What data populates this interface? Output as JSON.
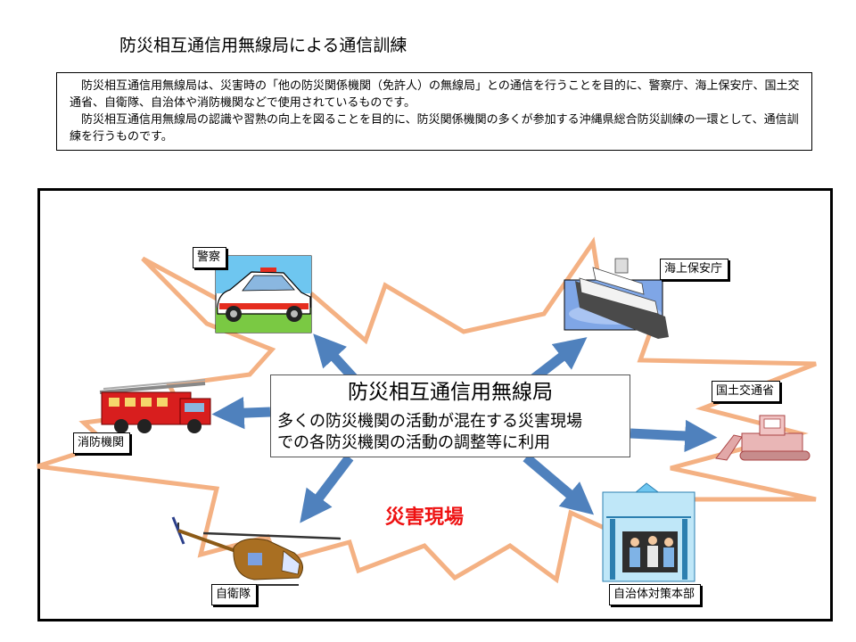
{
  "title": "防災相互通信用無線局による通信訓練",
  "intro": {
    "paragraph_1": "防災相互通信用無線局は、災害時の「他の防災関係機関（免許人）の無線局」との通信を行うことを目的に、警察庁、海上保安庁、国土交通省、自衛隊、自治体や消防機関などで使用されているものです。",
    "paragraph_2": "防災相互通信用無線局の認識や習熟の向上を図ることを目的に、防災関係機関の多くが参加する沖縄県総合防災訓練の一環として、通信訓練を行うものです。"
  },
  "center": {
    "title": "防災相互通信用無線局",
    "desc_line_1": "多くの防災機関の活動が混在する災害現場",
    "desc_line_2": "での各防災機関の活動の調整等に利用"
  },
  "disaster_label": "災害現場",
  "agencies": {
    "police": "警察",
    "coast_guard": "海上保安庁",
    "fire": "消防機関",
    "mlit": "国土交通省",
    "sdf": "自衛隊",
    "local_gov": "自治体対策本部"
  },
  "colors": {
    "arrow": "#4f81bd",
    "burst_outline": "#f4b183",
    "disaster_text": "#ee1111"
  }
}
